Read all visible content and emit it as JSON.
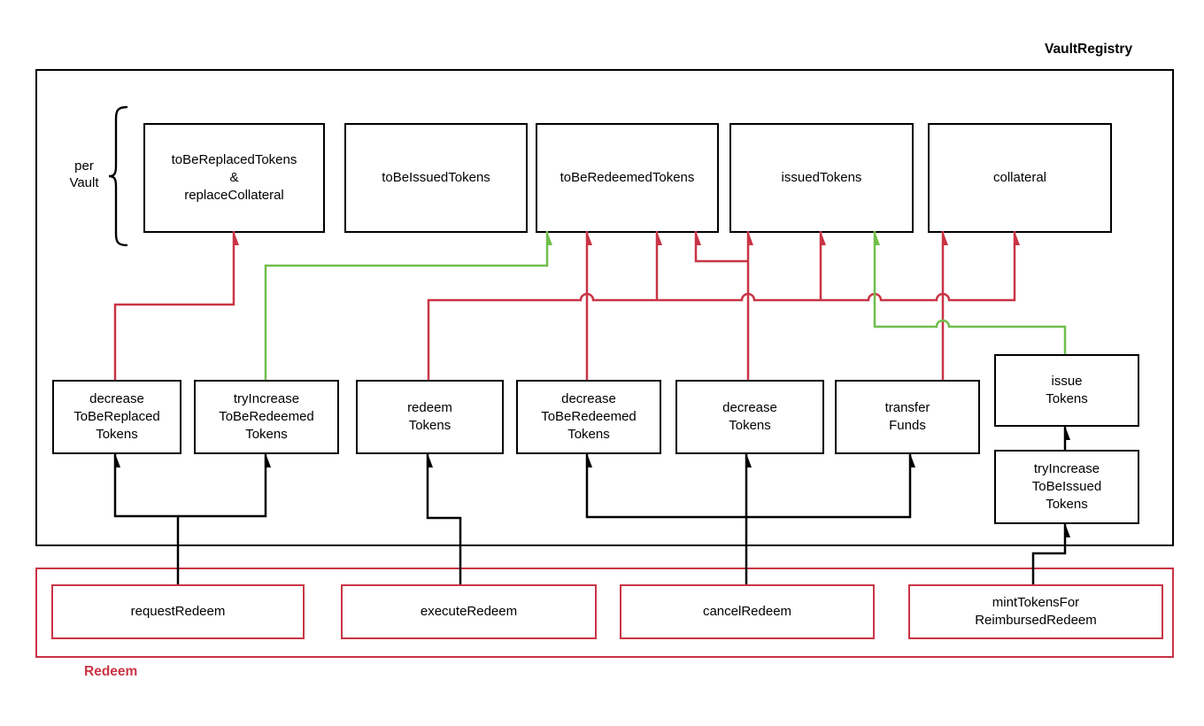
{
  "diagram": {
    "title": "VaultRegistry",
    "group_label": "per\nVault",
    "bottom_group_label": "Redeem"
  },
  "colors": {
    "red": "#c93445",
    "green": "#6fbe4b",
    "black": "#000000"
  },
  "nodes": {
    "toBeReplacedTokens": {
      "label": "toBeReplacedTokens\n&\nreplaceCollateral"
    },
    "toBeIssuedTokens": {
      "label": "toBeIssuedTokens"
    },
    "toBeRedeemedTokens": {
      "label": "toBeRedeemedTokens"
    },
    "issuedTokens": {
      "label": "issuedTokens"
    },
    "collateral": {
      "label": "collateral"
    },
    "decreaseToBeReplacedTokens": {
      "label": "decrease\nToBeReplaced\nTokens"
    },
    "tryIncreaseToBeRedeemedTokens": {
      "label": "tryIncrease\nToBeRedeemed\nTokens"
    },
    "redeemTokens": {
      "label": "redeem\nTokens"
    },
    "decreaseToBeRedeemedTokens": {
      "label": "decrease\nToBeRedeemed\nTokens"
    },
    "decreaseTokens": {
      "label": "decrease\nTokens"
    },
    "transferFunds": {
      "label": "transfer\nFunds"
    },
    "issueTokens": {
      "label": "issue\nTokens"
    },
    "tryIncreaseToBeIssuedTokens": {
      "label": "tryIncrease\nToBeIssued\nTokens"
    },
    "requestRedeem": {
      "label": "requestRedeem"
    },
    "executeRedeem": {
      "label": "executeRedeem"
    },
    "cancelRedeem": {
      "label": "cancelRedeem"
    },
    "mintTokensForReimbursedRedeem": {
      "label": "mintTokensFor\nReimbursedRedeem"
    }
  },
  "edges": [
    {
      "from": "decreaseToBeReplacedTokens",
      "to": [
        "toBeReplacedTokens"
      ],
      "color": "red"
    },
    {
      "from": "tryIncreaseToBeRedeemedTokens",
      "to": [
        "toBeRedeemedTokens"
      ],
      "color": "green"
    },
    {
      "from": "redeemTokens",
      "to": [
        "toBeRedeemedTokens",
        "issuedTokens",
        "collateral"
      ],
      "color": "red"
    },
    {
      "from": "decreaseToBeRedeemedTokens",
      "to": [
        "toBeRedeemedTokens"
      ],
      "color": "red"
    },
    {
      "from": "decreaseTokens",
      "to": [
        "toBeRedeemedTokens",
        "issuedTokens"
      ],
      "color": "red"
    },
    {
      "from": "transferFunds",
      "to": [
        "collateral"
      ],
      "color": "red"
    },
    {
      "from": "issueTokens",
      "to": [
        "issuedTokens"
      ],
      "color": "green"
    },
    {
      "from": "tryIncreaseToBeIssuedTokens",
      "to": [
        "issueTokens"
      ],
      "color": "black"
    },
    {
      "from": "requestRedeem",
      "to": [
        "decreaseToBeReplacedTokens",
        "tryIncreaseToBeRedeemedTokens"
      ],
      "color": "black"
    },
    {
      "from": "executeRedeem",
      "to": [
        "redeemTokens"
      ],
      "color": "black"
    },
    {
      "from": "cancelRedeem",
      "to": [
        "decreaseToBeRedeemedTokens",
        "decreaseTokens",
        "transferFunds"
      ],
      "color": "black"
    },
    {
      "from": "mintTokensForReimbursedRedeem",
      "to": [
        "tryIncreaseToBeIssuedTokens"
      ],
      "color": "black"
    }
  ]
}
